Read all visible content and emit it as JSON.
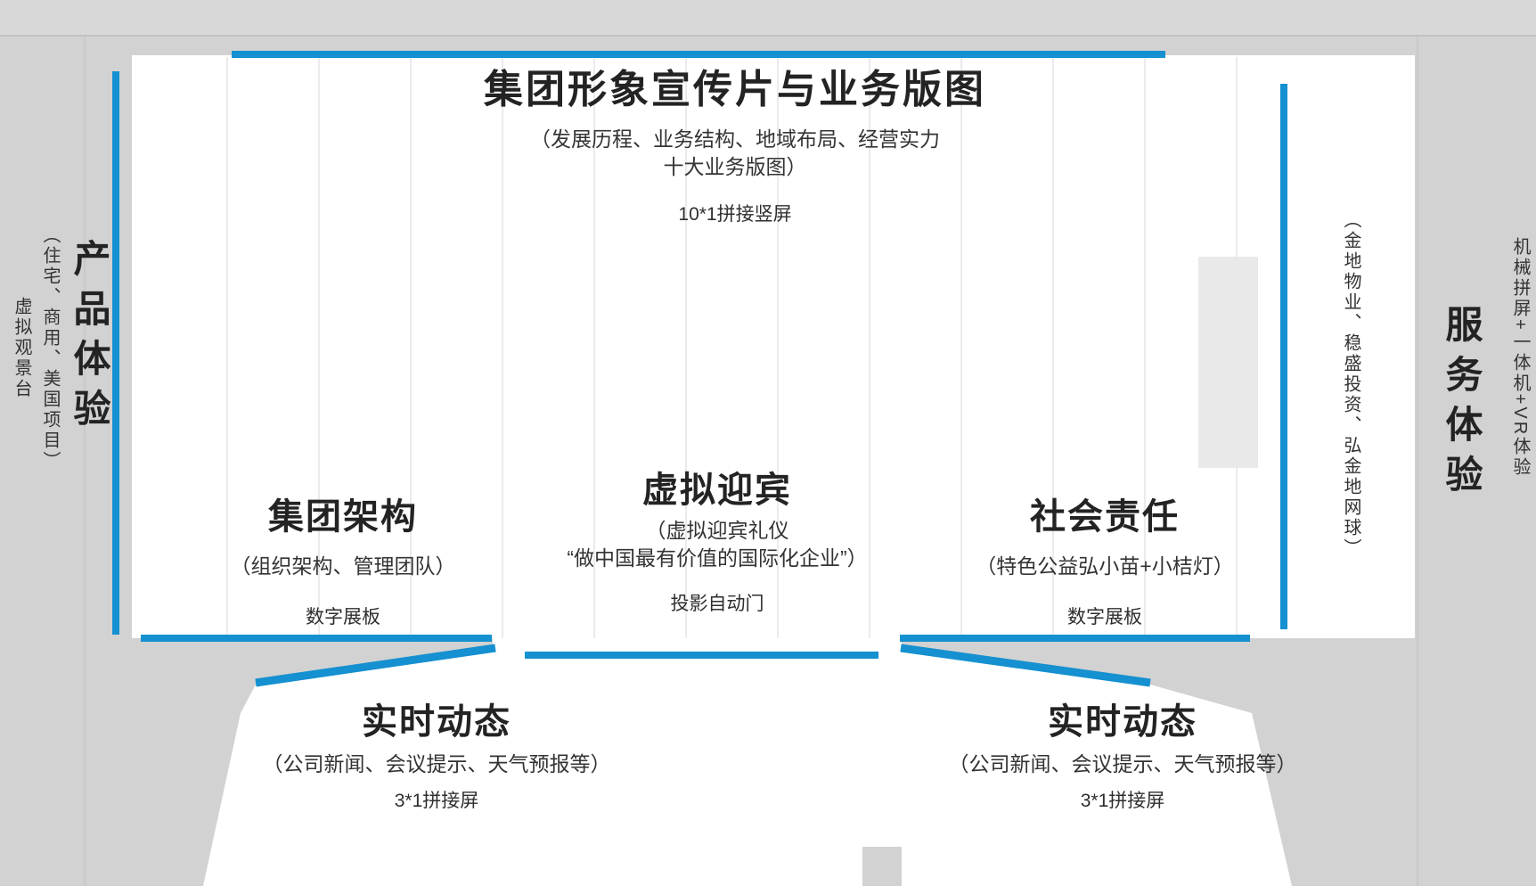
{
  "colors": {
    "accent_blue": "#1590d0",
    "background_gray": "#d2d2d2",
    "floor_white": "#ffffff",
    "text_dark": "#2c2c2c"
  },
  "top_zone": {
    "title": "集团形象宣传片与业务版图",
    "subtitle_line1": "（发展历程、业务结构、地域布局、经营实力",
    "subtitle_line2": "十大业务版图）",
    "screen_note": "10*1拼接竖屏"
  },
  "left_zone": {
    "title": "产品体验",
    "subtitle": "（住宅、商用、美国项目）",
    "note": "虚拟观景台"
  },
  "right_zone": {
    "title": "服务体验",
    "subtitle": "（金地物业、稳盛投资、弘金地网球）",
    "note": "机械拼屏+一体机+VR体验"
  },
  "group_structure_zone": {
    "title": "集团架构",
    "subtitle": "（组织架构、管理团队）",
    "screen_note": "数字展板"
  },
  "virtual_welcome_zone": {
    "title": "虚拟迎宾",
    "subtitle_line1": "（虚拟迎宾礼仪",
    "subtitle_line2": "“做中国最有价值的国际化企业”）",
    "screen_note": "投影自动门"
  },
  "social_responsibility_zone": {
    "title": "社会责任",
    "subtitle": "（特色公益弘小苗+小桔灯）",
    "screen_note": "数字展板"
  },
  "realtime_left": {
    "title": "实时动态",
    "subtitle": "（公司新闻、会议提示、天气预报等）",
    "screen_note": "3*1拼接屏"
  },
  "realtime_right": {
    "title": "实时动态",
    "subtitle": "（公司新闻、会议提示、天气预报等）",
    "screen_note": "3*1拼接屏"
  }
}
